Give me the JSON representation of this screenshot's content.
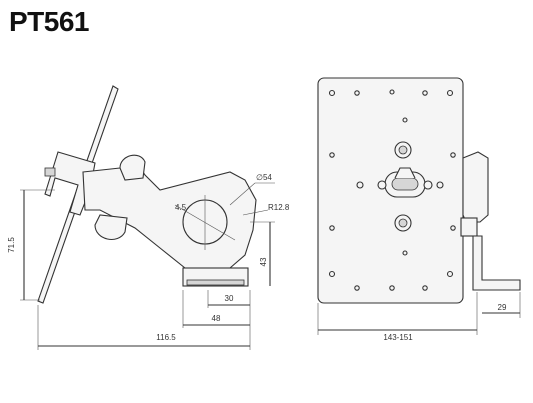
{
  "title": "PT561",
  "dimensions": {
    "height_left": "71.5",
    "width_total": "116.5",
    "width_48": "48",
    "width_30": "30",
    "height_43": "43",
    "hole_dia": "∅54",
    "angle": "4.5",
    "radius": "R12.8",
    "plate_width": "143-151",
    "foot_width": "29"
  }
}
